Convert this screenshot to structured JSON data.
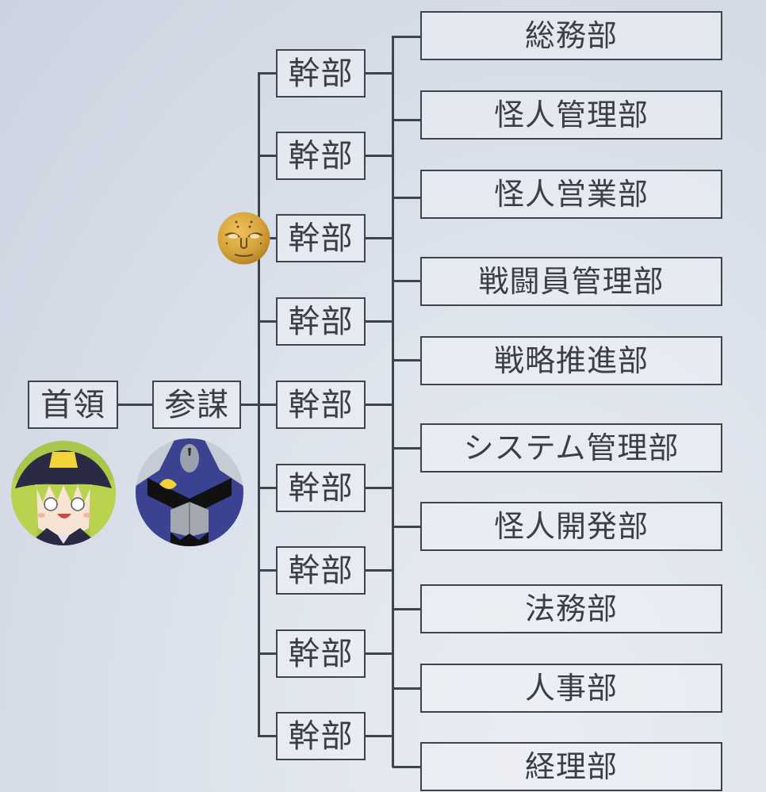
{
  "diagram": {
    "type": "org-chart",
    "leader": {
      "label": "首領",
      "avatar": "leader-character-icon"
    },
    "strategist": {
      "label": "参謀",
      "avatar": "robot-strategist-icon"
    },
    "executives": {
      "label": "幹部",
      "count": 9,
      "items": [
        "幹部",
        "幹部",
        "幹部",
        "幹部",
        "幹部",
        "幹部",
        "幹部",
        "幹部",
        "幹部"
      ],
      "marked_avatar": {
        "index": 2,
        "icon": "gold-face-icon"
      }
    },
    "departments": [
      "総務部",
      "怪人管理部",
      "怪人営業部",
      "戦闘員管理部",
      "戦略推進部",
      "システム管理部",
      "怪人開発部",
      "法務部",
      "人事部",
      "経理部"
    ],
    "colors": {
      "line": "#3e444d",
      "background": "#dde3ec",
      "gold_face": "#d9a93a"
    }
  }
}
